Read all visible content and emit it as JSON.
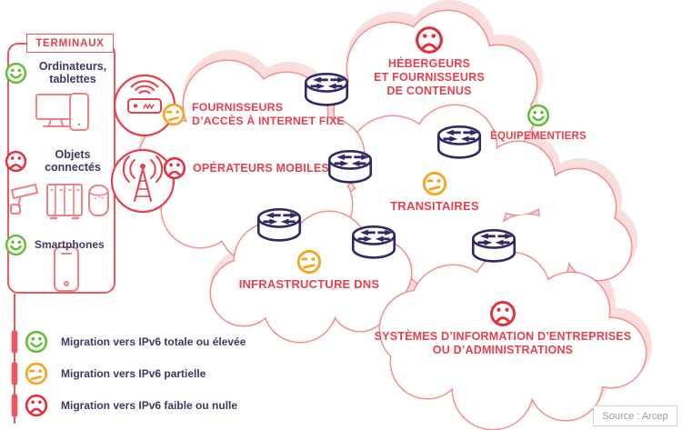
{
  "colors": {
    "red": "#e5404d",
    "salmon": "#f0908f",
    "shadow_pink": "#f9dedd",
    "orange": "#f5a51d",
    "green": "#67bd3a",
    "router_navy": "#2f2a66",
    "text_navy": "#3c3a64",
    "grey": "#9b9b9b"
  },
  "terminals": {
    "title": "TERMINAUX",
    "items": [
      {
        "label": "Ordinateurs,\ntablettes",
        "sentiment": {
          "mood": "happy",
          "color": "#67bd3a"
        }
      },
      {
        "label": "Objets\nconnectés",
        "sentiment": {
          "mood": "sad",
          "color": "#e03240"
        }
      },
      {
        "label": "Smartphones",
        "sentiment": {
          "mood": "happy",
          "color": "#67bd3a"
        }
      }
    ]
  },
  "actors": {
    "fai_fixe": {
      "label": "FOURNISSEURS\nD’ACCÈS À INTERNET FIXE",
      "sentiment": {
        "mood": "neutral",
        "color": "#f5a51d"
      }
    },
    "mobiles": {
      "label": "OPÉRATEURS MOBILES",
      "sentiment": {
        "mood": "sad",
        "color": "#e03240"
      }
    },
    "hebergeurs": {
      "label": "HÉBERGEURS\nET FOURNISSEURS\nDE CONTENUS",
      "sentiment": {
        "mood": "sad",
        "color": "#e03240"
      }
    },
    "equipementiers": {
      "label": "ÉQUIPEMENTIERS",
      "sentiment": {
        "mood": "happy",
        "color": "#67bd3a"
      }
    },
    "transitaires": {
      "label": "TRANSITAIRES",
      "sentiment": {
        "mood": "neutral",
        "color": "#f5a51d"
      }
    },
    "dns": {
      "label": "INFRASTRUCTURE DNS",
      "sentiment": {
        "mood": "neutral",
        "color": "#f5a51d"
      }
    },
    "si": {
      "label": "SYSTÈMES D’INFORMATION D’ENTREPRISES\nOU D’ADMINISTRATIONS",
      "sentiment": {
        "mood": "sad",
        "color": "#e03240"
      }
    }
  },
  "legend": [
    {
      "label": "Migration vers IPv6 totale ou élevée",
      "sentiment": {
        "mood": "happy",
        "color": "#67bd3a"
      }
    },
    {
      "label": "Migration vers IPv6 partielle",
      "sentiment": {
        "mood": "neutral",
        "color": "#f5a51d"
      }
    },
    {
      "label": "Migration vers IPv6 faible ou nulle",
      "sentiment": {
        "mood": "sad",
        "color": "#e03240"
      }
    }
  ],
  "source": "Source : Arcep"
}
